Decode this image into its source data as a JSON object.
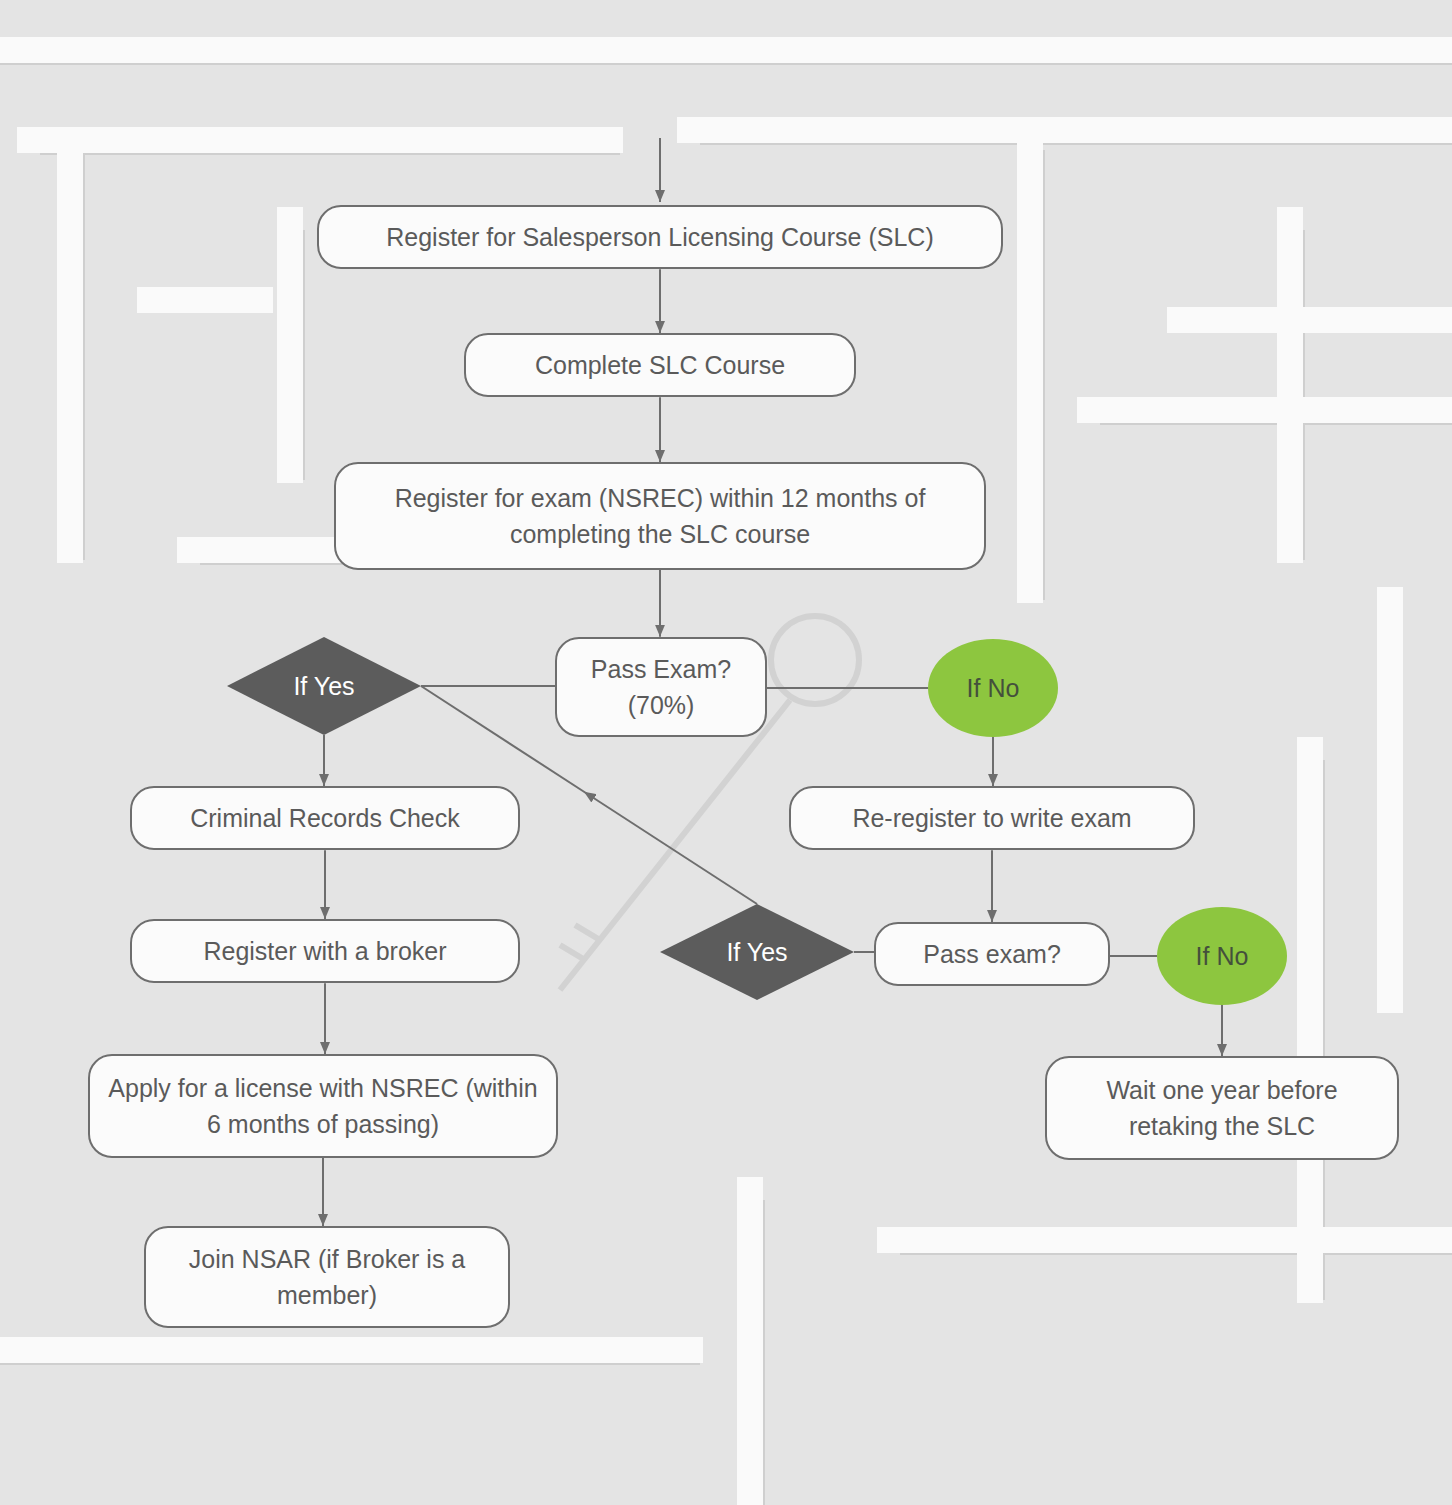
{
  "diagram": {
    "nodes": [
      {
        "text": [
          "Register for Salesperson Licensing Course (SLC)"
        ]
      },
      {
        "text": [
          "Complete SLC Course"
        ]
      },
      {
        "text": [
          "Register for exam (NSREC) within 12 months of completing the SLC course"
        ]
      },
      {
        "text": [
          "If Yes"
        ]
      },
      {
        "text": [
          "Pass Exam? (70%)"
        ]
      },
      {
        "text": [
          "If No"
        ]
      },
      {
        "text": [
          "Criminal Records Check"
        ]
      },
      {
        "text": [
          "Re-register to write exam"
        ]
      },
      {
        "text": [
          "Register with a broker"
        ]
      },
      {
        "text": [
          "If Yes"
        ]
      },
      {
        "text": [
          "Pass exam?"
        ]
      },
      {
        "text": [
          "If No"
        ]
      },
      {
        "text": [
          "Apply for a license with NSREC (within 6 months of passing)"
        ]
      },
      {
        "text": [
          "Wait one year before retaking the SLC"
        ]
      },
      {
        "text": [
          "Join NSAR (if Broker is a member)"
        ]
      }
    ],
    "edges": [
      {
        "from": 0,
        "to": 1,
        "arrow": "to"
      },
      {
        "from": 1,
        "to": 2,
        "arrow": "to"
      },
      {
        "from": 2,
        "to": 4,
        "arrow": "to"
      },
      {
        "from": 4,
        "to": 3,
        "arrow": "none"
      },
      {
        "from": 4,
        "to": 5,
        "arrow": "none"
      },
      {
        "from": 3,
        "to": 6,
        "arrow": "to"
      },
      {
        "from": 5,
        "to": 7,
        "arrow": "to"
      },
      {
        "from": 6,
        "to": 8,
        "arrow": "to"
      },
      {
        "from": 8,
        "to": 12,
        "arrow": "to"
      },
      {
        "from": 12,
        "to": 14,
        "arrow": "to"
      },
      {
        "from": 7,
        "to": 10,
        "arrow": "to"
      },
      {
        "from": 10,
        "to": 9,
        "arrow": "none"
      },
      {
        "from": 10,
        "to": 11,
        "arrow": "none"
      },
      {
        "from": 11,
        "to": 13,
        "arrow": "to"
      },
      {
        "from": 9,
        "to": 3,
        "arrow": "to"
      }
    ]
  }
}
